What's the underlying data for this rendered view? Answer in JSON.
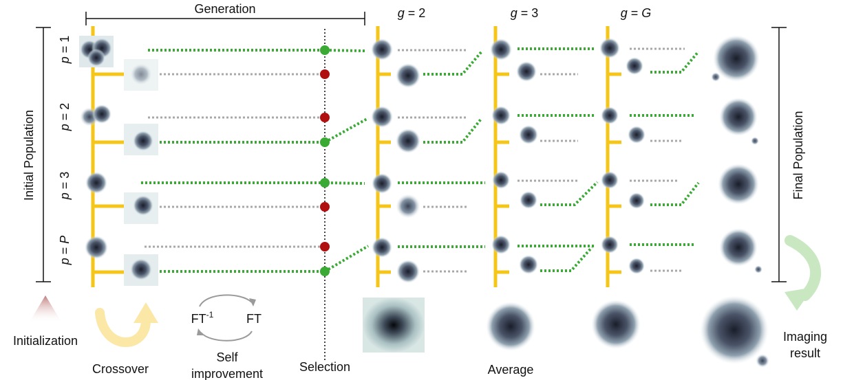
{
  "header": {
    "generation_label": "Generation",
    "gen_columns": [
      {
        "var": "g",
        "value": "2"
      },
      {
        "var": "g",
        "value": "3"
      },
      {
        "var": "g",
        "value": "G"
      }
    ]
  },
  "side": {
    "initial_population": "Initial Population",
    "final_population": "Final Population"
  },
  "rows": [
    {
      "var": "p",
      "value": "1"
    },
    {
      "var": "p",
      "value": "2"
    },
    {
      "var": "p",
      "value": "3"
    },
    {
      "var": "p",
      "value": "P"
    }
  ],
  "bottom": {
    "initialization": "Initialization",
    "crossover": "Crossover",
    "self_improvement_line1": "Self",
    "self_improvement_line2": "improvement",
    "ft_inverse_base": "FT",
    "ft_inverse_exp": "-1",
    "ft": "FT",
    "selection": "Selection",
    "average": "Average",
    "imaging_result_line1": "Imaging",
    "imaging_result_line2": "result"
  },
  "colors": {
    "trunk": "#f5c518",
    "selected": "#3aaa35",
    "rejected": "#b01010",
    "dotted_gray": "#a8a8a8",
    "crossover_arrow": "#fbe7a6",
    "final_arrow": "#c9e8c2",
    "init_triangle": "#c98a8a",
    "blob_dark": "#2a3040"
  }
}
